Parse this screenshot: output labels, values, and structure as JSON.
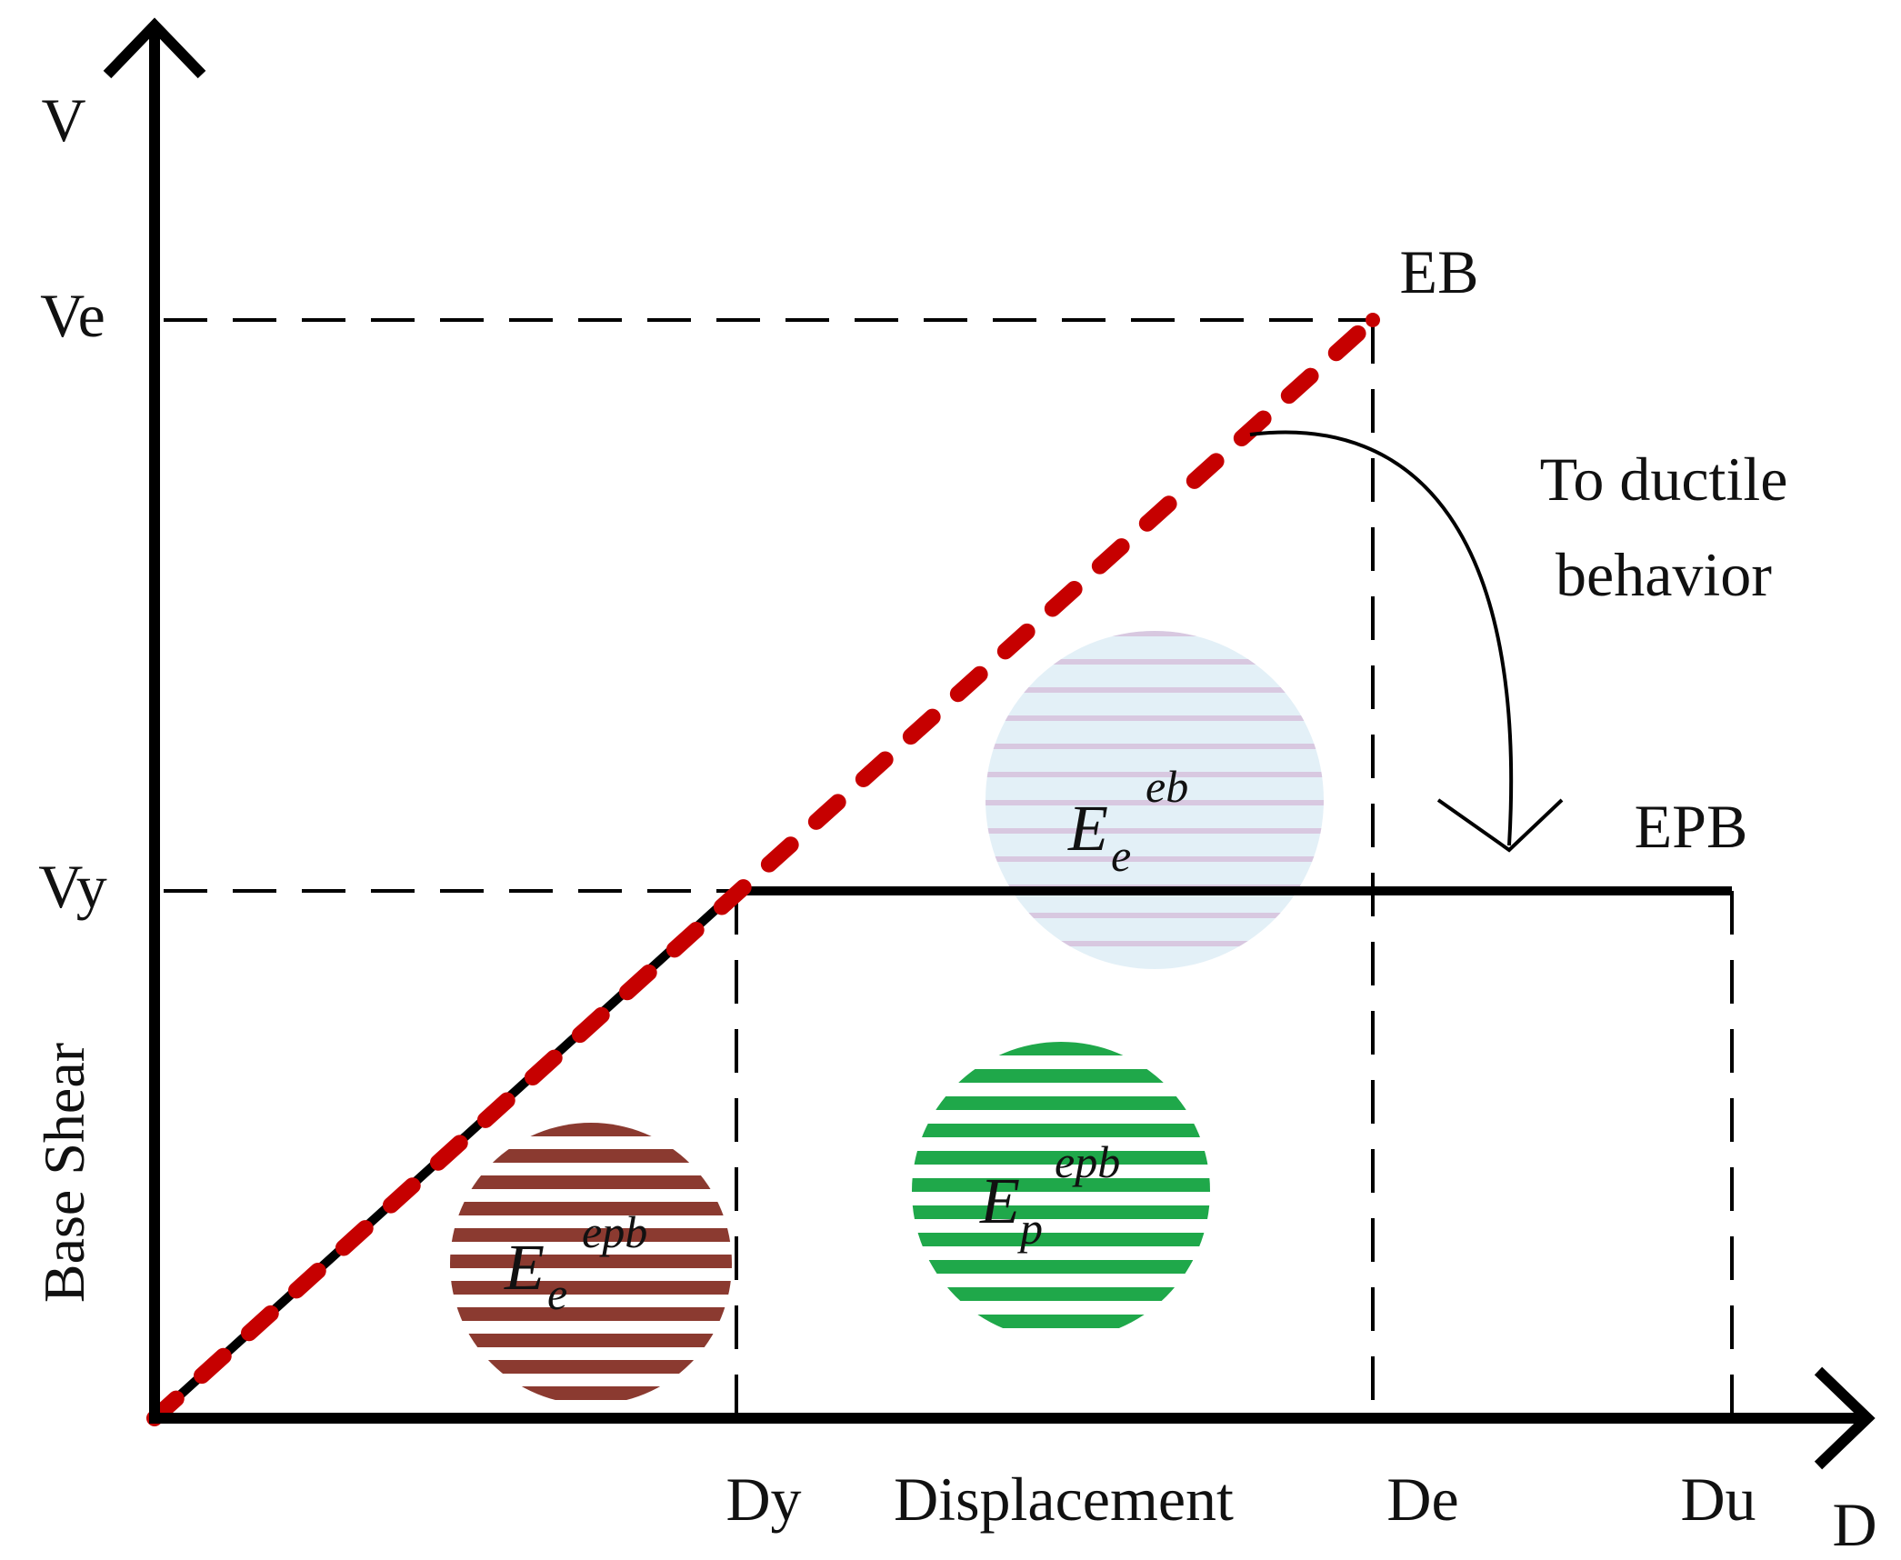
{
  "diagram": {
    "axes": {
      "y_symbol": "V",
      "x_symbol": "D",
      "y_title": "Base Shear",
      "x_title": "Displacement"
    },
    "ticks": {
      "ve": "Ve",
      "vy": "Vy",
      "dy": "Dy",
      "de": "De",
      "du": "Du"
    },
    "curves": {
      "eb": "EB",
      "epb": "EPB"
    },
    "annotation": {
      "line1": "To ductile",
      "line2": "behavior"
    },
    "energies": {
      "elastic_eb": {
        "base": "E",
        "sub": "e",
        "sup": "eb",
        "color": "#9fb8d2"
      },
      "plastic_epb": {
        "base": "E",
        "sub": "p",
        "sup": "epb",
        "color": "#1fa84a"
      },
      "elastic_epb": {
        "base": "E",
        "sub": "e",
        "sup": "epb",
        "color": "#8b3a30"
      }
    },
    "colors": {
      "axis": "#000000",
      "eb_line": "#c60000",
      "epb_line": "#000000",
      "elastic_eb_stripe_alt": "#d8c8e0",
      "elastic_eb_fill": "#e3f0f7"
    }
  }
}
